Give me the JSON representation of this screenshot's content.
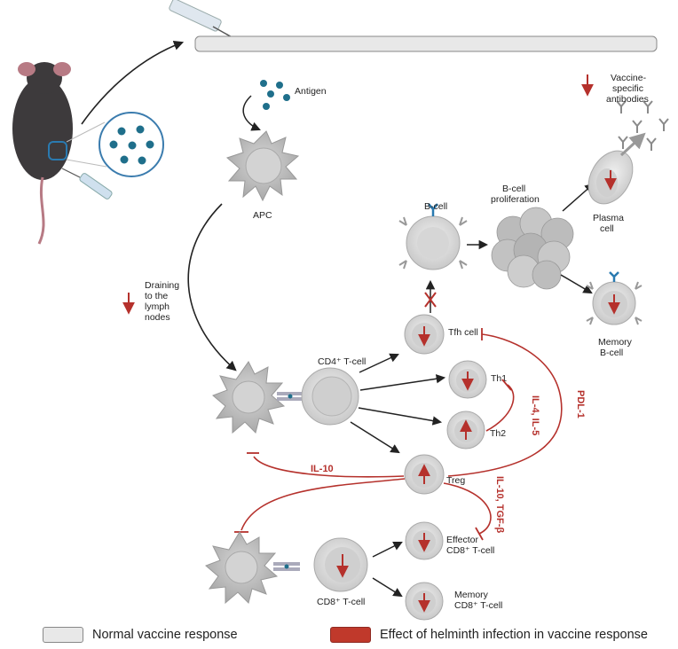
{
  "labels": {
    "antigen": "Antigen",
    "apc": "APC",
    "draining": [
      "Draining",
      "to the",
      "lymph",
      "nodes"
    ],
    "bcell": "B-cell",
    "bcell_prolif": [
      "B-cell",
      "proliferation"
    ],
    "plasma": [
      "Plasma",
      "cell"
    ],
    "vaccine_ab": [
      "Vaccine-",
      "specific",
      "antibodies"
    ],
    "memory_b": [
      "Memory",
      "B-cell"
    ],
    "cd4": "CD4⁺ T-cell",
    "tfh": "Tfh cell",
    "th1": "Th1",
    "th2": "Th2",
    "treg": "Treg",
    "cd8": "CD8⁺ T-cell",
    "effector_cd8": [
      "Effector",
      "CD8⁺ T-cell"
    ],
    "memory_cd8": [
      "Memory",
      "CD8⁺ T-cell"
    ]
  },
  "red_labels": {
    "il10": "IL-10",
    "il4_il5": "IL-4, IL-5",
    "pdl1": "PDL-1",
    "il10_tgfb": "IL-10, TGF-β"
  },
  "legend": {
    "normal": "Normal vaccine response",
    "helminth": "Effect of helminth infection in vaccine response"
  },
  "colors": {
    "normal_swatch": "#e8e8e8",
    "helminth_swatch": "#c0392b",
    "red": "#b5312c",
    "antigen": "#1f6f8b"
  }
}
